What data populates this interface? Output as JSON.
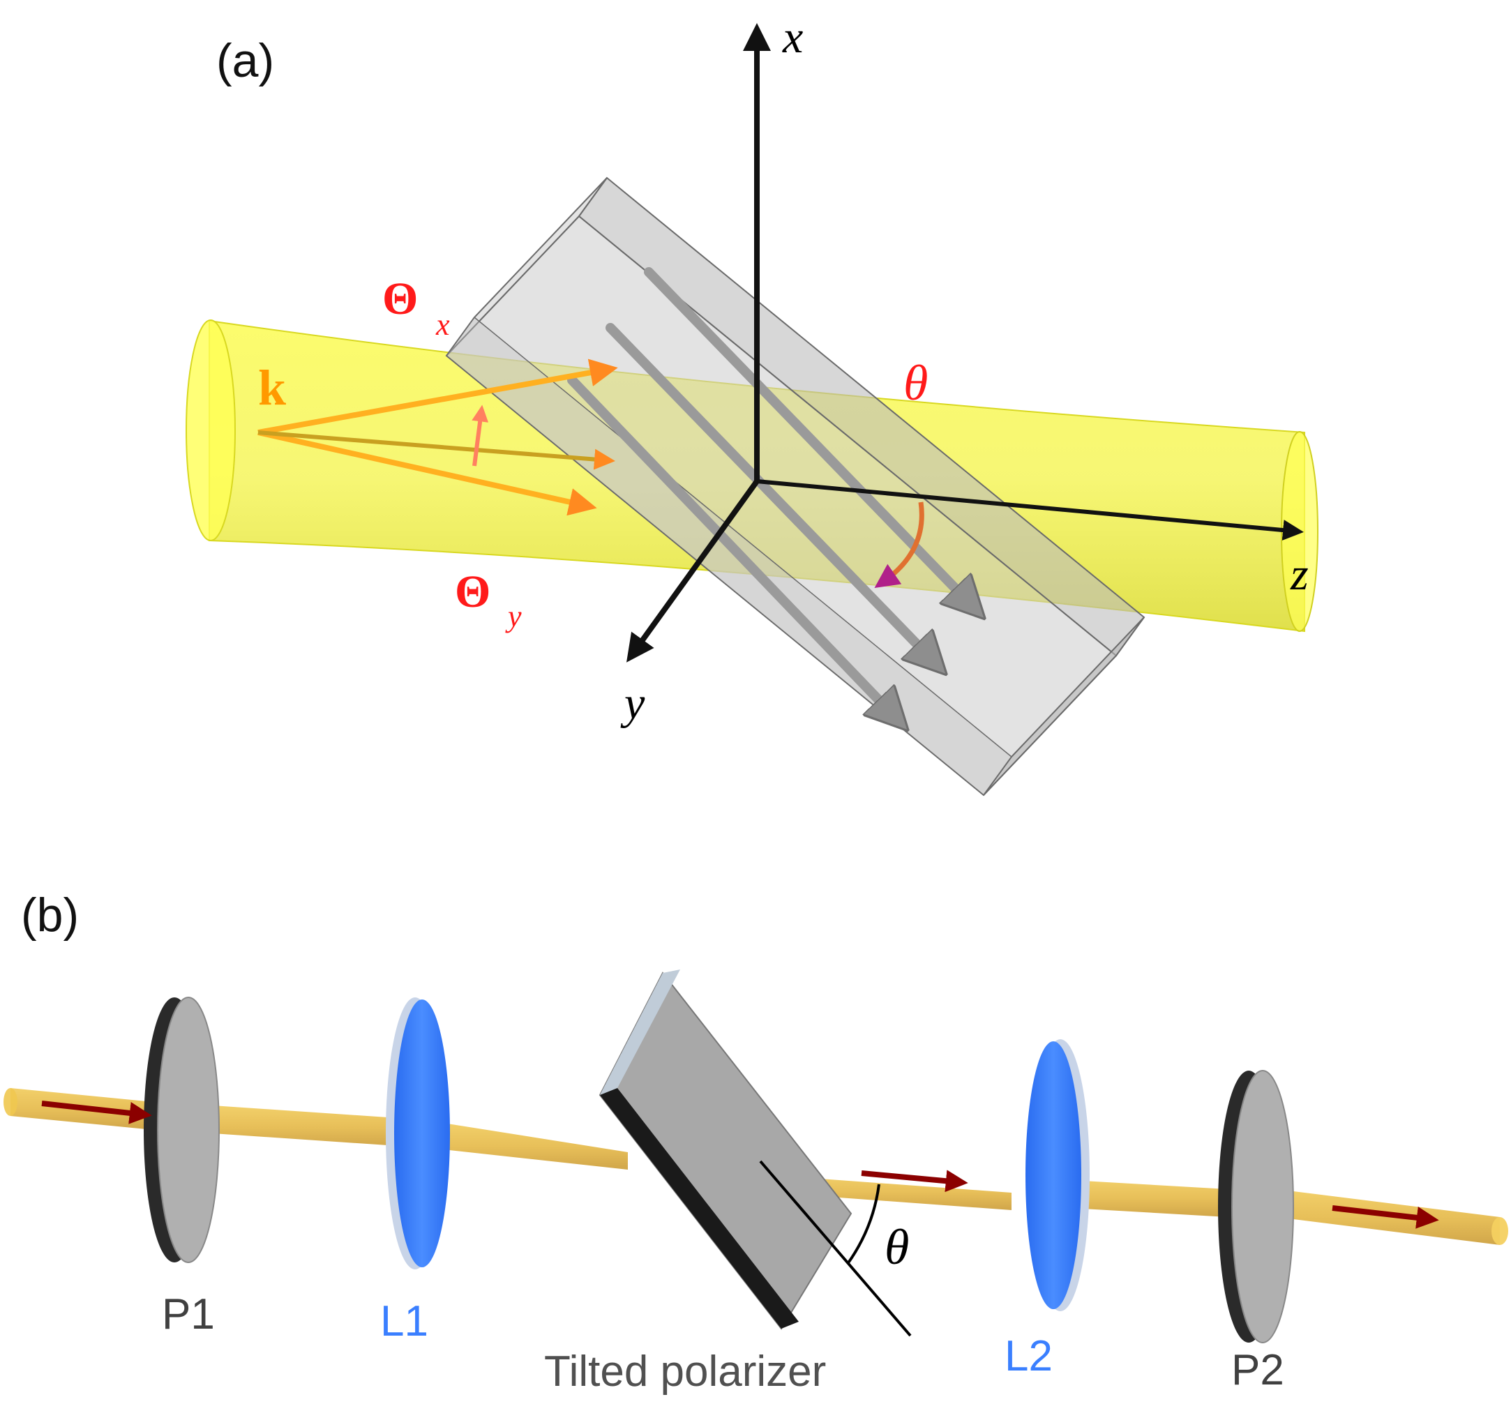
{
  "panel_a": {
    "label": "(a)",
    "axes": {
      "x": "x",
      "y": "y",
      "z": "z"
    },
    "wavevector": "k",
    "theta_x": {
      "symbol": "Θ",
      "sub": "x"
    },
    "theta_y": {
      "symbol": "Θ",
      "sub": "y"
    },
    "tilt_angle": "θ"
  },
  "panel_b": {
    "label": "(b)",
    "components": {
      "p1": "P1",
      "l1": "L1",
      "polarizer": "Tilted polarizer",
      "l2": "L2",
      "p2": "P2"
    },
    "tilt_angle": "θ"
  },
  "colors": {
    "beam_yellow": "#ffff33",
    "beam_gold": "#e8b830",
    "lens_blue": "#3a7fff",
    "label_red": "#ff1a1a",
    "k_orange": "#ff9900",
    "arrow_dark_red": "#8b0000"
  }
}
